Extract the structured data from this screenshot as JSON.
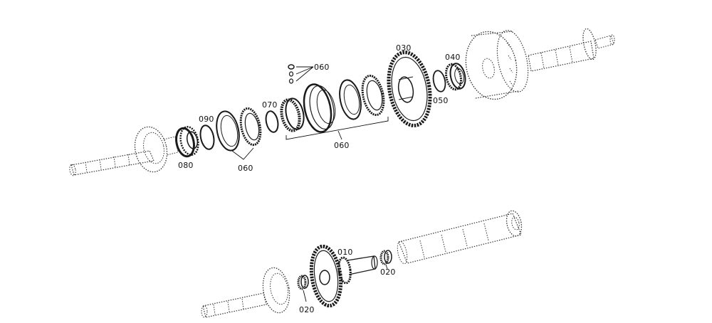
{
  "callouts": {
    "c010": "010",
    "c020_a": "020",
    "c020_b": "020",
    "c030": "030",
    "c040": "040",
    "c050": "050",
    "c060_top": "060",
    "c060_mid": "060",
    "c060_left": "060",
    "c070": "070",
    "c080": "080",
    "c090": "090"
  }
}
